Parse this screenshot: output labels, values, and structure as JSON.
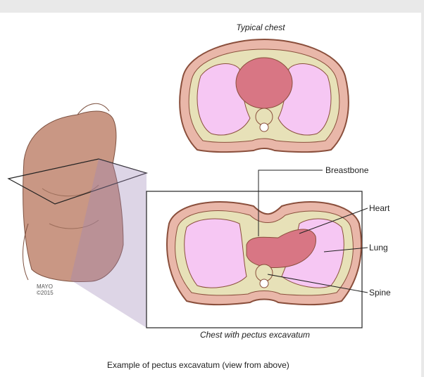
{
  "titles": {
    "top": "Typical chest",
    "bottom": "Chest with pectus excavatum"
  },
  "labels": {
    "breastbone": "Breastbone",
    "heart": "Heart",
    "lung": "Lung",
    "spine": "Spine"
  },
  "credit": {
    "line1": "MAYO",
    "line2": "©2015"
  },
  "caption": "Example of pectus excavatum (view from above)",
  "colors": {
    "skin": "#e9b7a9",
    "outline": "#8a4f3c",
    "lung": "#f6c7f3",
    "heart": "#d87684",
    "bone": "#e7e1b8",
    "torso": "#c99784"
  }
}
